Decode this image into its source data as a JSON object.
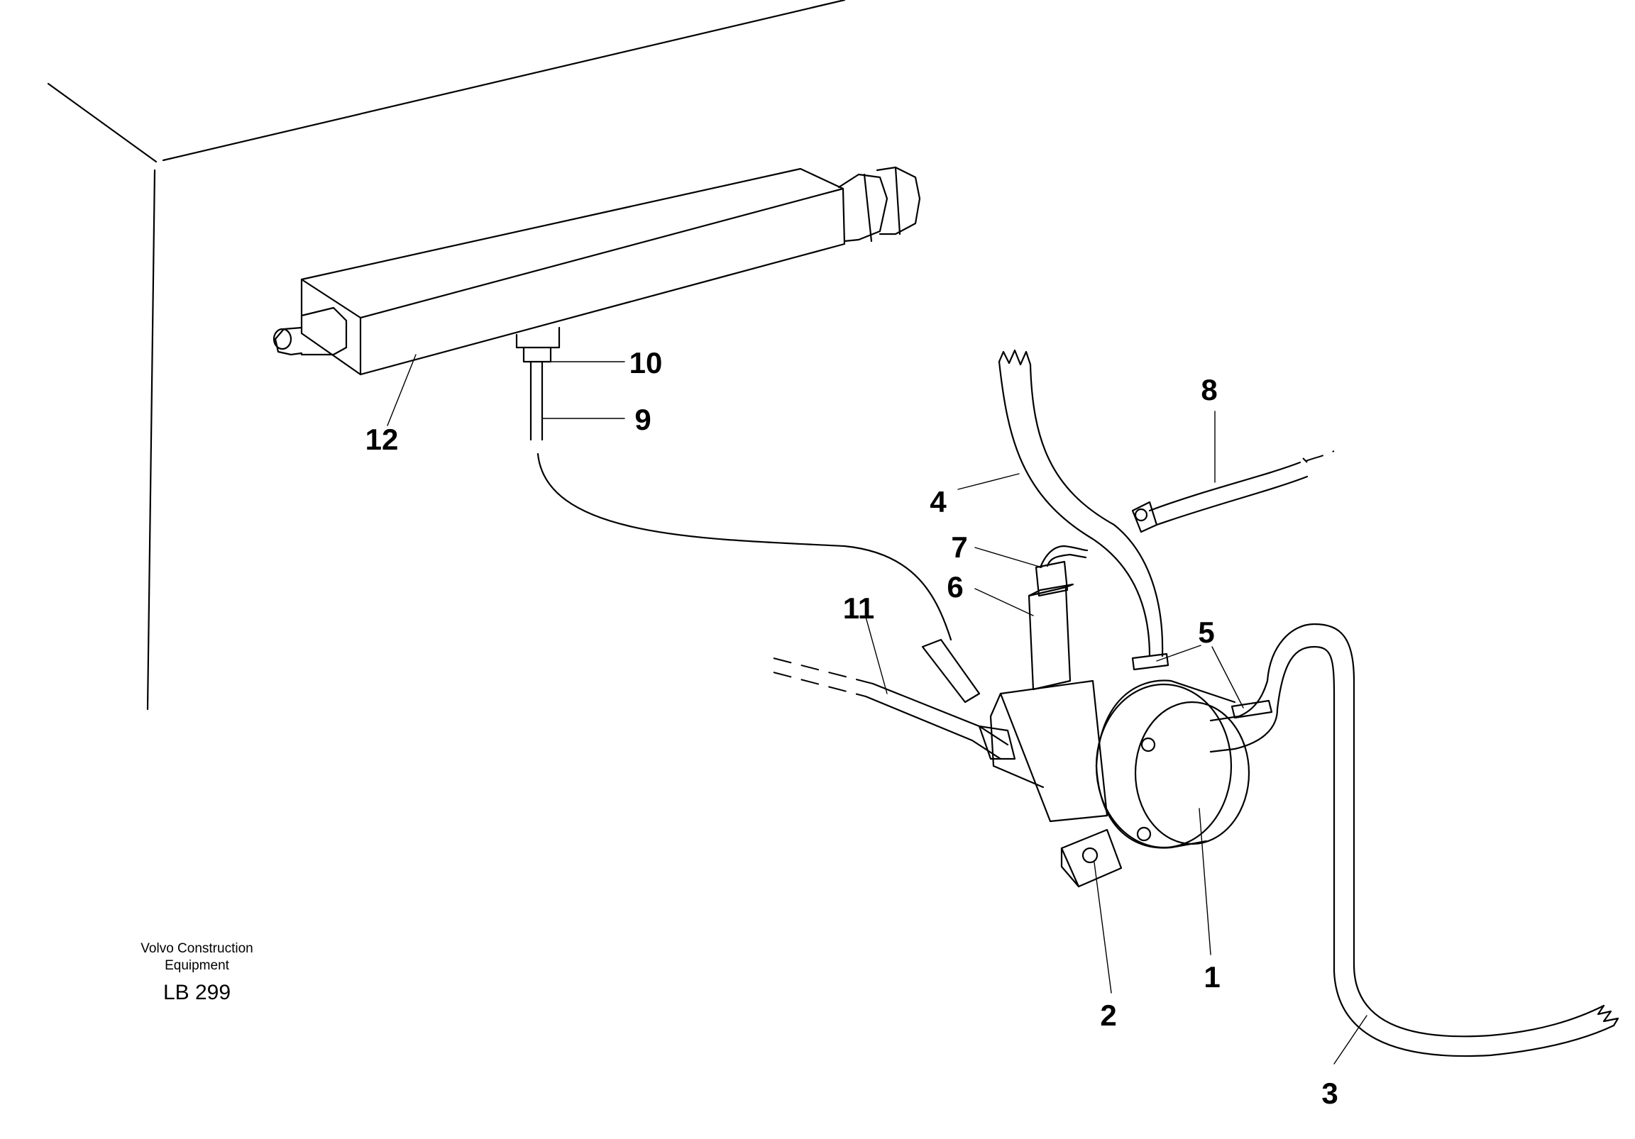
{
  "footer": {
    "brand_line1": "Volvo Construction",
    "brand_line2": "Equipment",
    "code": "LB 299"
  },
  "callouts": [
    {
      "id": "1",
      "label": "1"
    },
    {
      "id": "2",
      "label": "2"
    },
    {
      "id": "3",
      "label": "3"
    },
    {
      "id": "4",
      "label": "4"
    },
    {
      "id": "5",
      "label": "5"
    },
    {
      "id": "6",
      "label": "6"
    },
    {
      "id": "7",
      "label": "7"
    },
    {
      "id": "8",
      "label": "8"
    },
    {
      "id": "9",
      "label": "9"
    },
    {
      "id": "10",
      "label": "10"
    },
    {
      "id": "11",
      "label": "11"
    },
    {
      "id": "12",
      "label": "12"
    }
  ],
  "colors": {
    "line": "#000000",
    "background": "#ffffff"
  }
}
